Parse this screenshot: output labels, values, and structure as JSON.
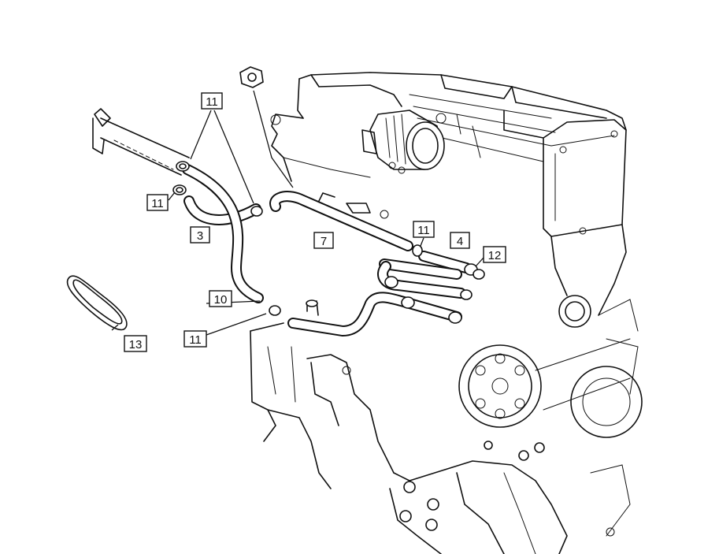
{
  "callouts": [
    {
      "id": "c11a",
      "label": "11"
    },
    {
      "id": "c11b",
      "label": "11"
    },
    {
      "id": "c3",
      "label": "3"
    },
    {
      "id": "c10",
      "label": "10"
    },
    {
      "id": "c11c",
      "label": "11"
    },
    {
      "id": "c7",
      "label": "7"
    },
    {
      "id": "c11d",
      "label": "11"
    },
    {
      "id": "c4",
      "label": "4"
    },
    {
      "id": "c12",
      "label": "12"
    },
    {
      "id": "c13",
      "label": "13"
    }
  ],
  "colors": {
    "line": "#111111",
    "background": "#ffffff"
  }
}
